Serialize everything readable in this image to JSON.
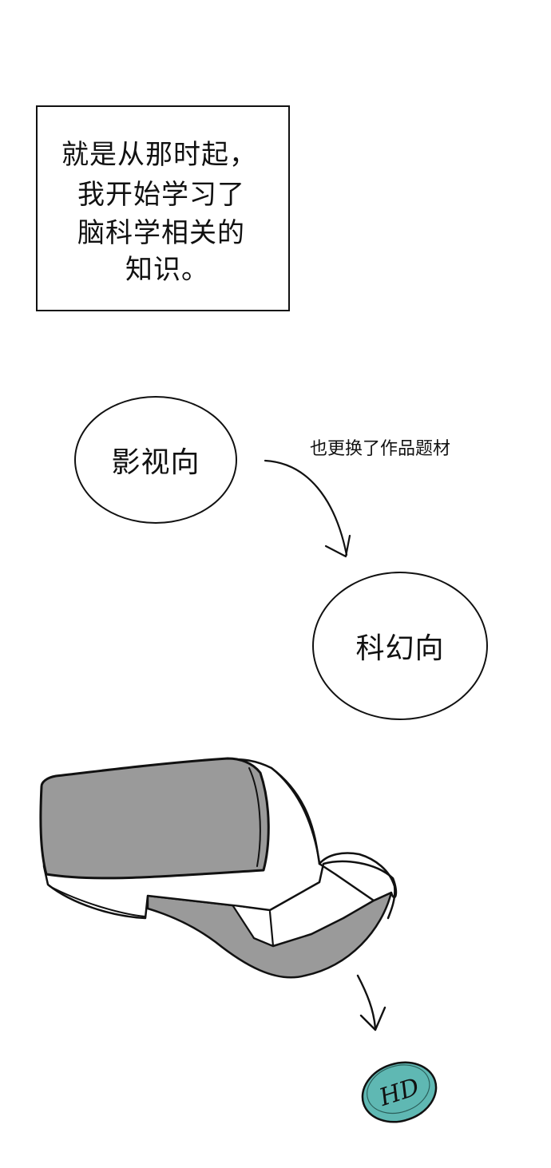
{
  "caption": {
    "lines": [
      "就是从那时起，",
      "我开始学习了",
      "脑科学相关的",
      "知识。"
    ]
  },
  "bubbles": {
    "from_label": "影视向",
    "to_label": "科幻向"
  },
  "note": "也更换了作品题材",
  "coin_mark": "HD",
  "colors": {
    "ink": "#111111",
    "gray_fill": "#9a9a9a",
    "coin_teal": "#5fb8b3"
  },
  "icons": {
    "arrow": "curved-arrow-icon",
    "headset": "vr-headset-icon",
    "coin": "coin-icon"
  }
}
